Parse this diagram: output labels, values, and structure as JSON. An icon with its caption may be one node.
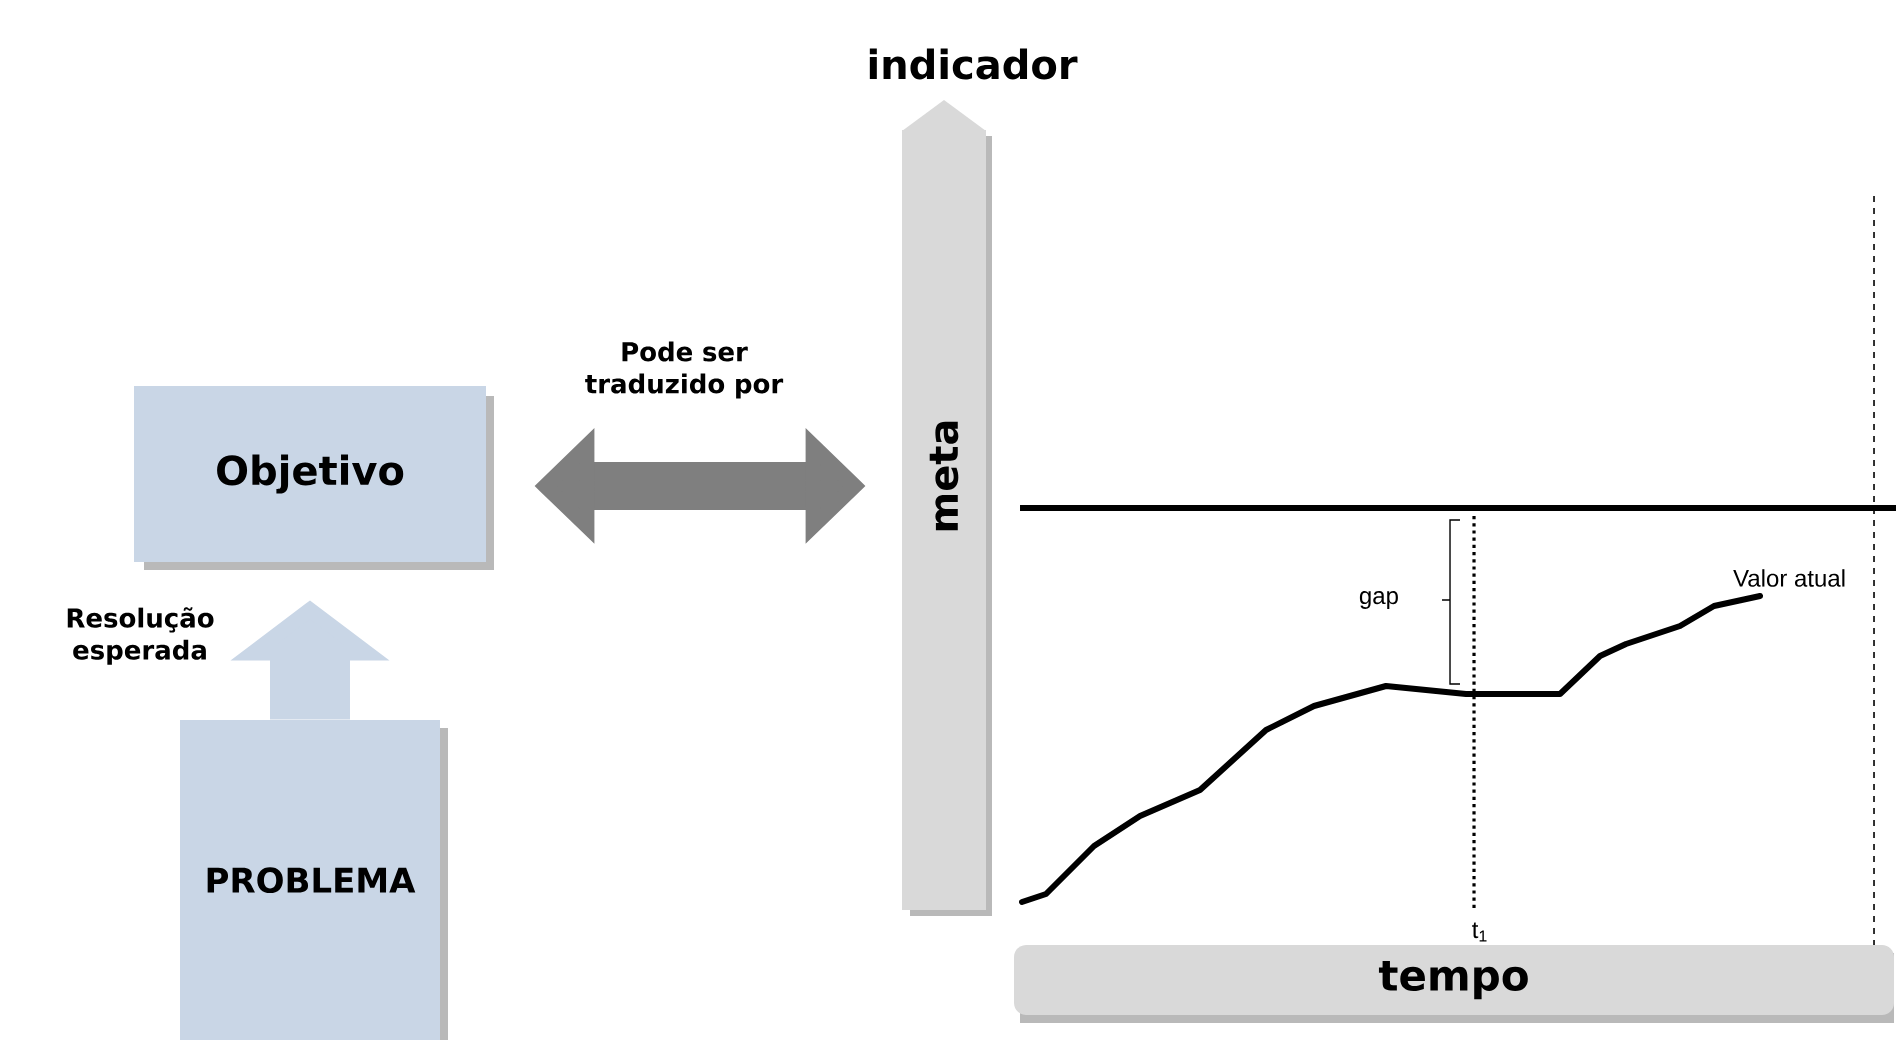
{
  "diagram": {
    "nodes": [
      {
        "text": [
          "Objetivo"
        ]
      },
      {
        "text": [
          "PROBLEMA"
        ]
      },
      {
        "text": [
          "indicador",
          "meta"
        ]
      },
      {
        "text": [
          "tempo"
        ]
      }
    ],
    "edges": [
      {
        "from": 1,
        "to": 0,
        "arrow": "to",
        "label": "Resolução esperada",
        "color": "#c9d6e6"
      },
      {
        "from": 0,
        "to": 2,
        "arrow": "both",
        "label": "Pode ser traduzido por",
        "color": "#7f7f7f"
      }
    ],
    "labels": [
      "gap",
      "Valor atual",
      "t$_{1}$"
    ]
  }
}
